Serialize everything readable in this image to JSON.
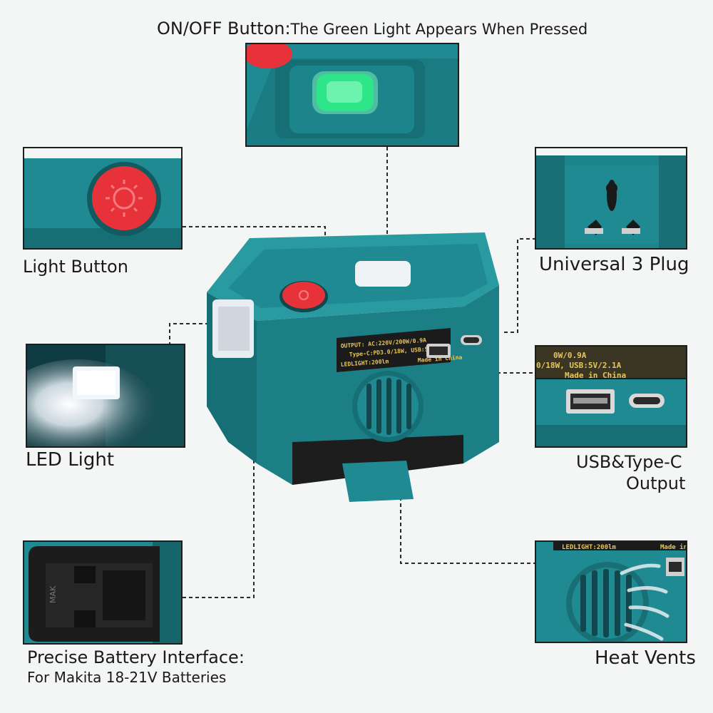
{
  "title": {
    "bold": "ON/OFF Button:",
    "rest": "The Green Light Appears When Pressed"
  },
  "callouts": {
    "light_button": "Light Button",
    "universal_plug": "Universal 3 Plug",
    "led_light": "LED Light",
    "usb_output_line1": "USB&Type-C",
    "usb_output_line2": "Output",
    "battery_interface_line1": "Precise Battery Interface:",
    "battery_interface_line2": "For Makita 18-21V Batteries",
    "heat_vents": "Heat Vents"
  },
  "device_label": {
    "line1": "OUTPUT: AC:220V/200W/0.9A",
    "line2": "Type-C:PD3.0/18W, USB:5V/2.1A",
    "line3": "LEDLIGHT:200lm",
    "line3b": "Made in China"
  },
  "usb_panel_label": {
    "line1": "0W/0.9A",
    "line2": "0/18W, USB:5V/2.1A",
    "line3": "Made in China"
  },
  "vent_panel_label": {
    "left": "LEDLIGHT:200lm",
    "right": "Made in"
  },
  "battery_mark": "MAK",
  "colors": {
    "housing": "#1f8a91",
    "housing_dark": "#14636a",
    "button_red": "#e8323a",
    "power_green": "#2fe58a",
    "label_yellow": "#e9c65a",
    "label_dark": "#1b1b1b"
  }
}
